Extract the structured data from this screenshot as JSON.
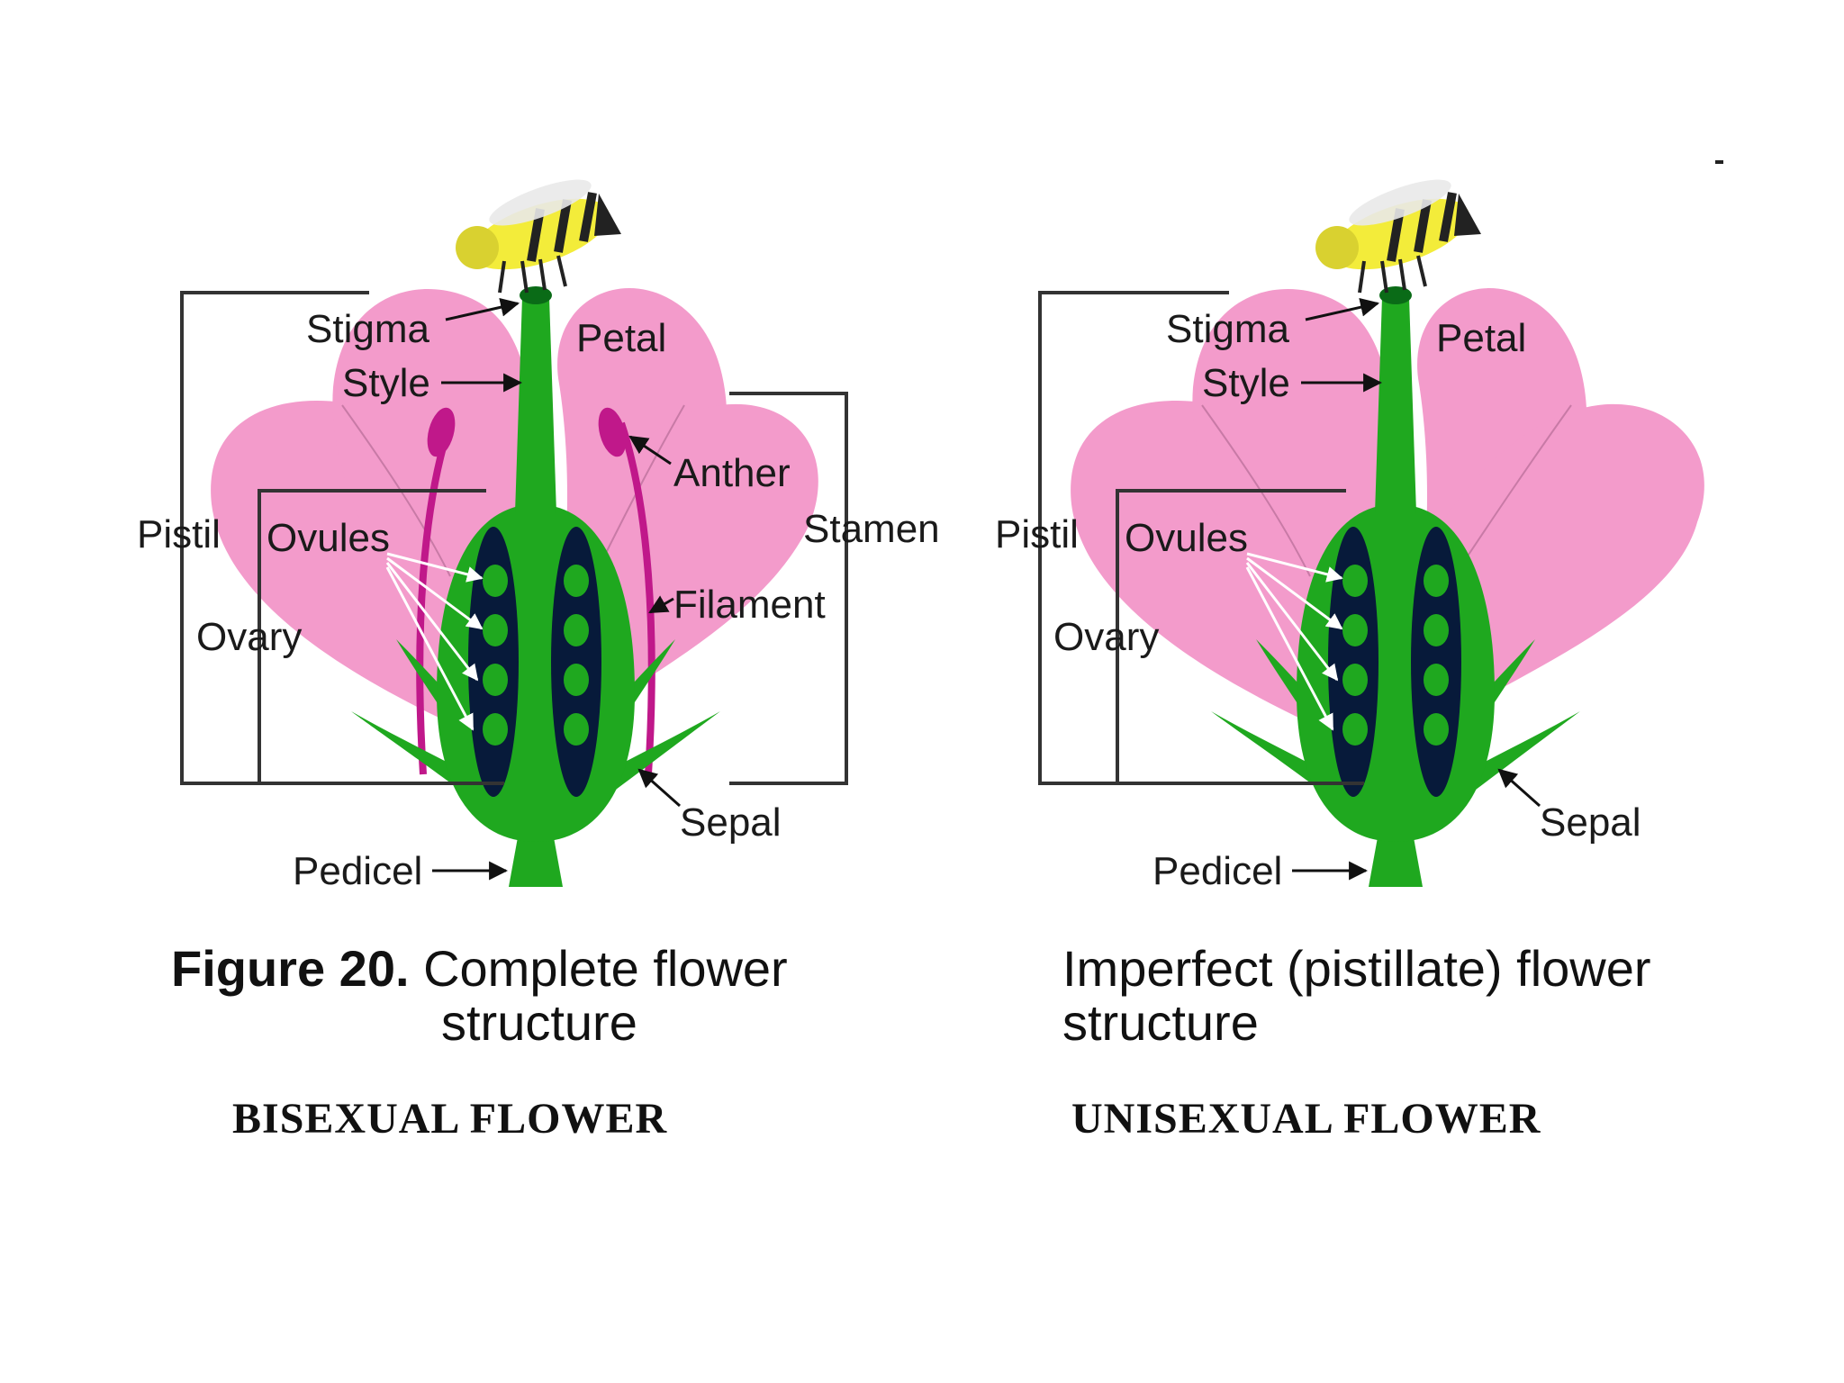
{
  "colors": {
    "petal": "#f39bcb",
    "petal_line": "#c87aa6",
    "green": "#1fa81f",
    "dark_green": "#0a6b17",
    "ovary_dark": "#071a3a",
    "stamen": "#c0188a",
    "bee_yellow": "#f3ec3a"
  },
  "icons": [
    "bee-icon"
  ],
  "bisexual": {
    "labels": {
      "stigma": "Stigma",
      "style": "Style",
      "petal": "Petal",
      "anther": "Anther",
      "pistil": "Pistil",
      "ovules": "Ovules",
      "stamen": "Stamen",
      "filament": "Filament",
      "ovary": "Ovary",
      "sepal": "Sepal",
      "pedicel": "Pedicel"
    },
    "caption_bold": "Figure 20.",
    "caption_line1": " Complete flower",
    "caption_line2": "structure",
    "footer": "BISEXUAL FLOWER"
  },
  "unisexual": {
    "labels": {
      "stigma": "Stigma",
      "style": "Style",
      "petal": "Petal",
      "pistil": "Pistil",
      "ovules": "Ovules",
      "ovary": "Ovary",
      "sepal": "Sepal",
      "pedicel": "Pedicel"
    },
    "caption_line1": "Imperfect (pistillate) flower",
    "caption_line2": "structure",
    "footer": "UNISEXUAL FLOWER"
  }
}
